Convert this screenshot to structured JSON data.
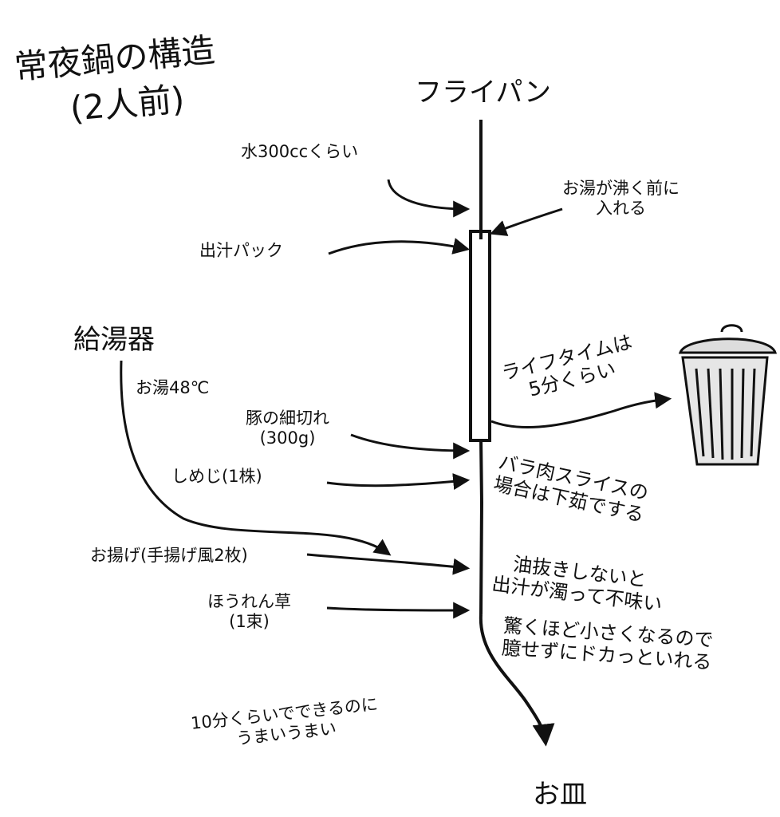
{
  "title": {
    "line1": "常夜鍋の構造",
    "line2": "(2人前)"
  },
  "nodes": {
    "frying_pan": "フライパン",
    "plate": "お皿",
    "water_heater": "給湯器"
  },
  "ingredients": {
    "water": "水300ccくらい",
    "dashi_pack": "出汁パック",
    "pork": "豚の細切れ\n(300g)",
    "shimeji": "しめじ(1株)",
    "aburaage": "お揚げ(手揚げ風2枚)",
    "spinach": "ほうれん草\n(1束)"
  },
  "notes": {
    "before_boil": "お湯が沸く前に\n入れる",
    "hot_water": "お湯48℃",
    "lifetime": "ライフタイムは\n5分くらい",
    "sliced_pork": "バラ肉スライスの\n場合は下茹でする",
    "oil": "油抜きしないと\n出汁が濁って不味い",
    "spinach_shrink": "驚くほど小さくなるので\n臆せずにドカっといれる",
    "ten_minutes": "10分くらいでできるのに\nうまいうまい"
  },
  "icons": {
    "trash": "trash-can-icon"
  },
  "colors": {
    "ink": "#111111",
    "background": "#ffffff"
  }
}
